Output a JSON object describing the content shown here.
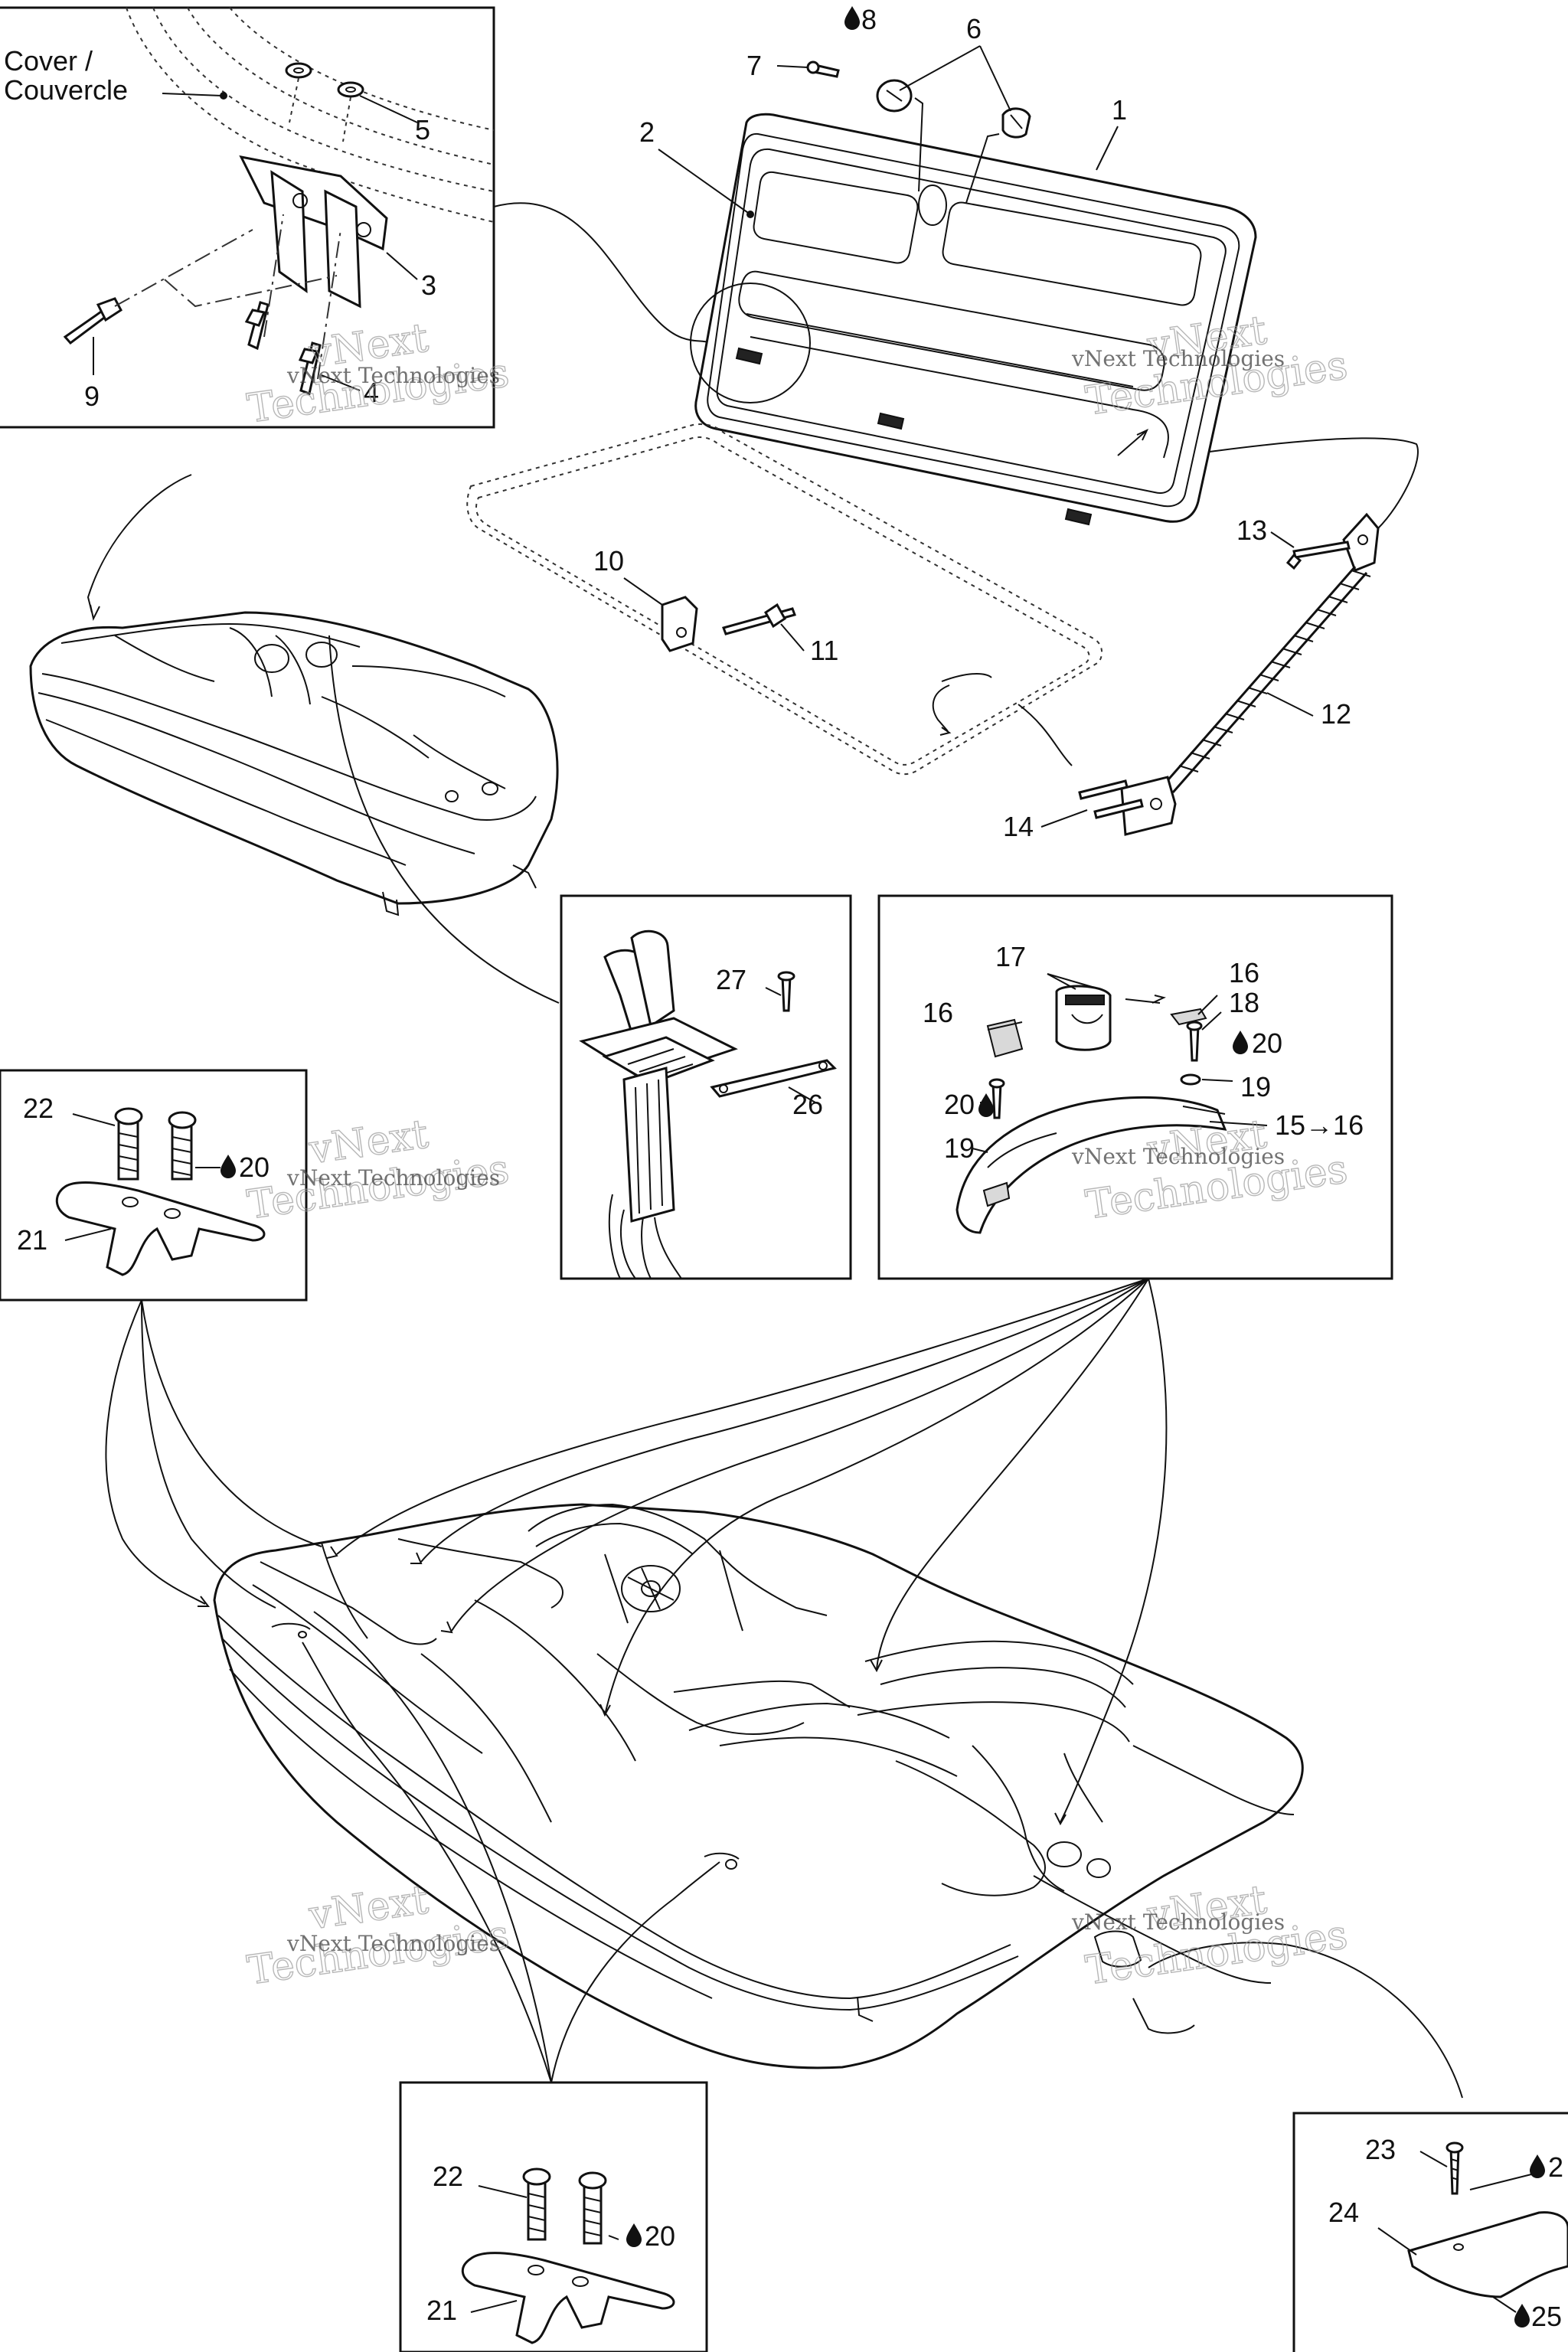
{
  "diagram": {
    "labels": {
      "cover": "Cover /",
      "couvercle": "Couvercle",
      "n1": "1",
      "n2": "2",
      "n3": "3",
      "n4": "4",
      "n5": "5",
      "n6": "6",
      "n7": "7",
      "n8": "8",
      "n9": "9",
      "n10": "10",
      "n11": "11",
      "n12": "12",
      "n13": "13",
      "n14": "14",
      "n16a": "16",
      "n16b": "16",
      "n17": "17",
      "n18": "18",
      "n19a": "19",
      "n19b": "19",
      "n20a": "20",
      "n20b": "20",
      "n20c": "20",
      "n20d": "20",
      "n15to16": "15→16",
      "n21a": "21",
      "n21b": "21",
      "n22a": "22",
      "n22b": "22",
      "n23": "23",
      "n24": "24",
      "n25": "25",
      "n26": "26",
      "n27": "27",
      "n2cut": "2"
    },
    "watermark": {
      "line1": "vNext Technologies",
      "line2a": "vNext",
      "line2b": "Technologies"
    },
    "icons": [
      "drop-icon",
      "arrow-right-icon"
    ]
  }
}
